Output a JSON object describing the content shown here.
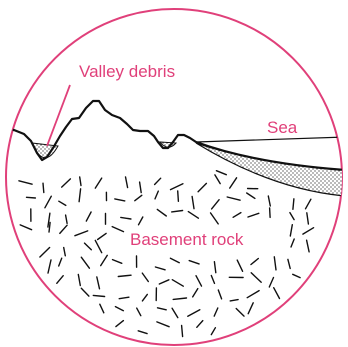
{
  "labels": {
    "valley_debris": "Valley debris",
    "sea": "Sea",
    "basement_rock": "Basement rock"
  },
  "colors": {
    "accent": "#e0407a",
    "ink": "#111111",
    "paper": "#ffffff"
  }
}
